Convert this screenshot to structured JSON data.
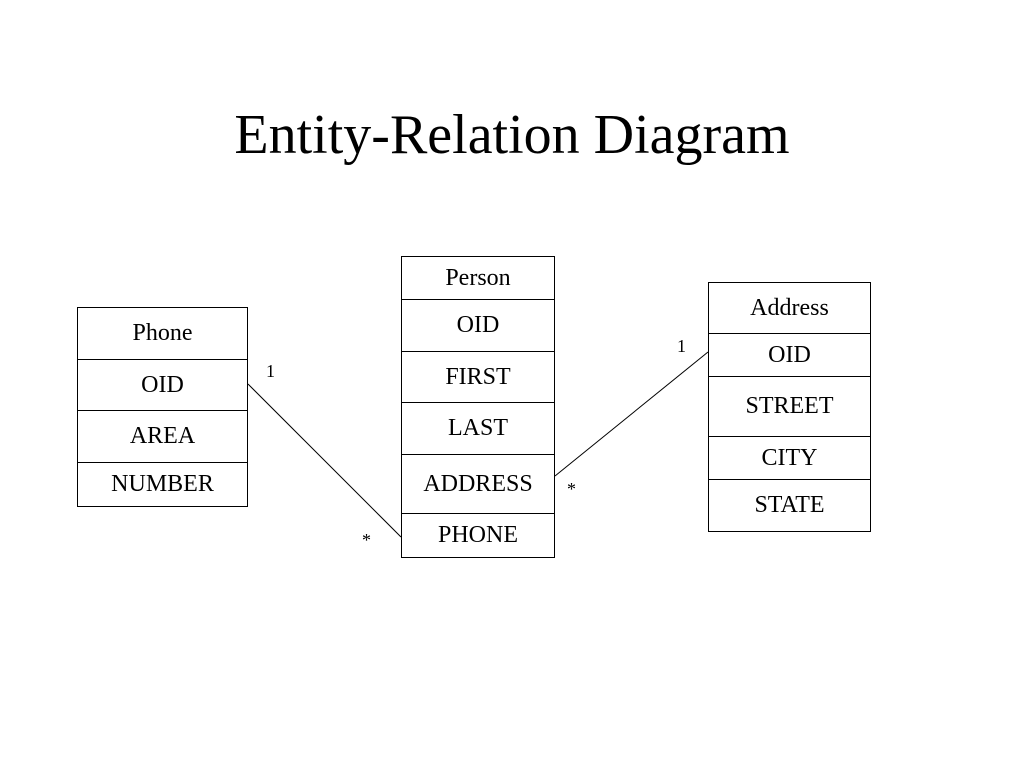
{
  "title": "Entity-Relation Diagram",
  "entities": {
    "phone": {
      "name": "Phone",
      "fields": [
        "OID",
        "AREA",
        "NUMBER"
      ]
    },
    "person": {
      "name": "Person",
      "fields": [
        "OID",
        "FIRST",
        "LAST",
        "ADDRESS",
        "PHONE"
      ]
    },
    "address": {
      "name": "Address",
      "fields": [
        "OID",
        "STREET",
        "CITY",
        "STATE"
      ]
    }
  },
  "relations": {
    "phone_person": {
      "phone_end": "1",
      "person_end": "*"
    },
    "person_address": {
      "person_end": "*",
      "address_end": "1"
    }
  }
}
